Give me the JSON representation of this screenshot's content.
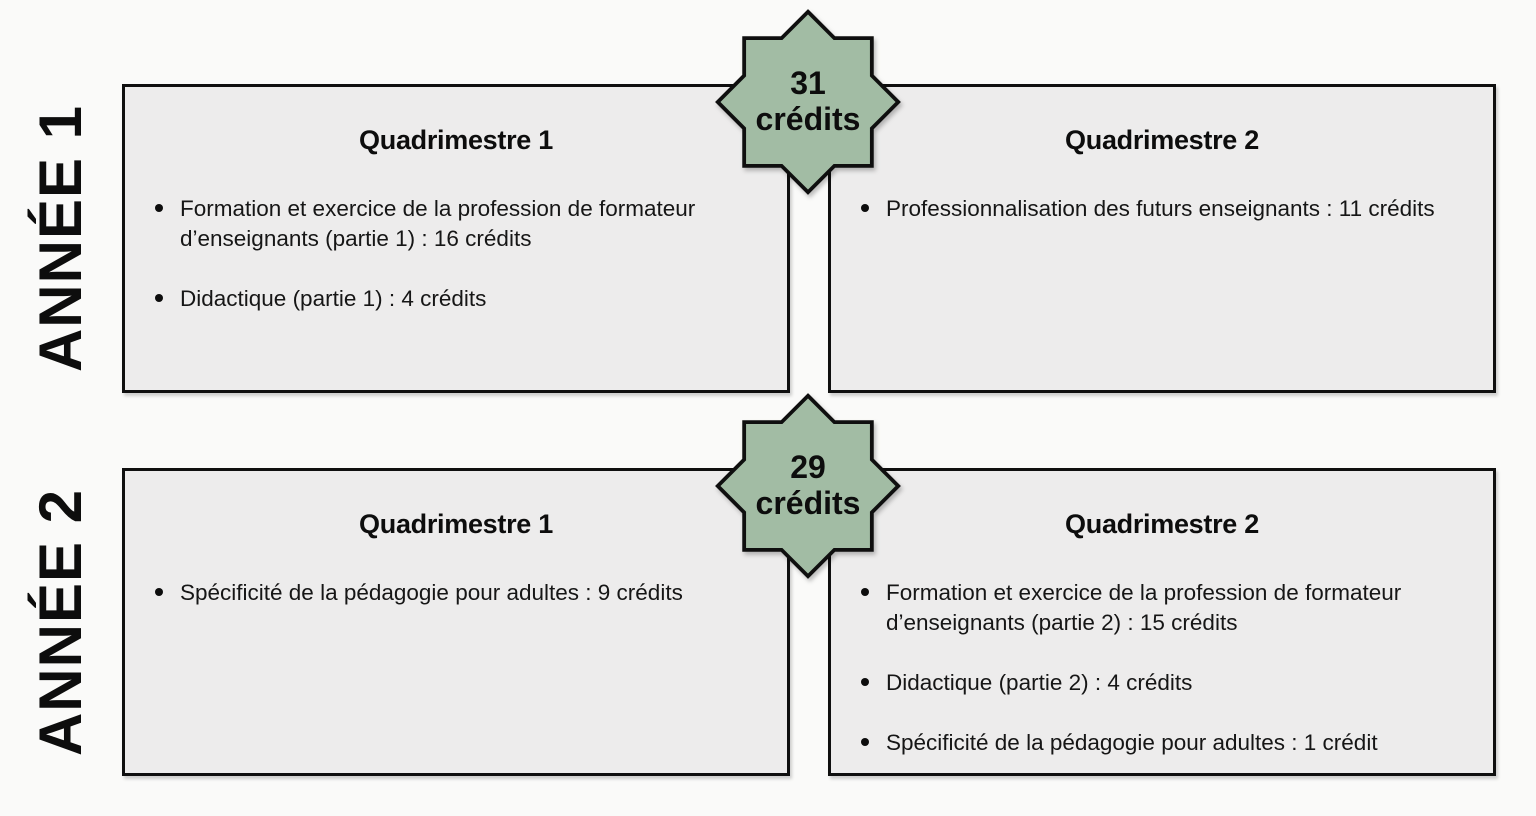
{
  "years": [
    {
      "label": "ANNÉE 1",
      "badge": {
        "value": "31",
        "unit": "crédits"
      },
      "quadrimestres": [
        {
          "title": "Quadrimestre 1",
          "items": [
            "Formation et exercice de la profession de formateur d’enseignants (partie 1) : 16 crédits",
            "Didactique (partie 1) : 4 crédits"
          ]
        },
        {
          "title": "Quadrimestre 2",
          "items": [
            "Professionnalisation des futurs enseignants : 11 crédits"
          ]
        }
      ]
    },
    {
      "label": "ANNÉE 2",
      "badge": {
        "value": "29",
        "unit": "crédits"
      },
      "quadrimestres": [
        {
          "title": "Quadrimestre 1",
          "items": [
            "Spécificité de la pédagogie pour adultes : 9 crédits"
          ]
        },
        {
          "title": "Quadrimestre 2",
          "items": [
            "Formation et exercice de la profession de formateur d’enseignants (partie 2) : 15 crédits",
            "Didactique (partie 2) : 4 crédits",
            "Spécificité de la pédagogie pour adultes : 1 crédit"
          ]
        }
      ]
    }
  ],
  "colors": {
    "background": "#fafaf9",
    "box_fill": "#edecec",
    "border": "#0f0f0f",
    "badge_fill": "#a2bca4",
    "text": "#111111"
  }
}
